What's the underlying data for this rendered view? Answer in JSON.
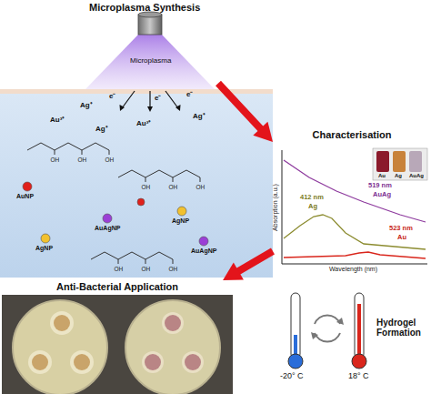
{
  "diagram": {
    "nodes": [
      {
        "text": [
          "Microplasma Synthesis"
        ]
      },
      {
        "text": [
          "Characterisation"
        ]
      },
      {
        "text": [
          "Anti-Bacterial Application"
        ]
      }
    ],
    "edges": [
      {
        "from": 0,
        "to": 1,
        "arrow": "to"
      },
      {
        "from": 1,
        "to": 2,
        "arrow": "to"
      }
    ],
    "labels": [
      "Microplasma",
      "Ag⁺",
      "e⁻",
      "e⁻",
      "e⁻",
      "Ag⁺",
      "Au³⁺",
      "Au³⁺",
      "Ag⁺",
      "OH",
      "OH",
      "OH",
      "OH",
      "OH",
      "OH",
      "OH",
      "OH",
      "OH",
      "AuNP",
      "AgNP",
      "AuAgNP",
      "AgNP",
      "AuAgNP",
      "Absorption (a.u.)",
      "Wavelength (nm)",
      "519 nm",
      "AuAg",
      "412 nm",
      "Ag",
      "523 nm",
      "Au",
      "Au",
      "Ag",
      "AuAg",
      "Hydrogel Formation",
      "-20° C",
      "18° C"
    ]
  }
}
